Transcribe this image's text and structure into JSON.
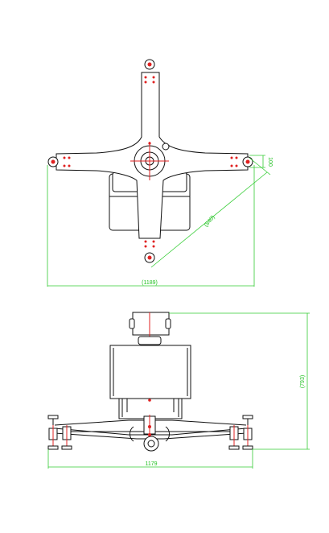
{
  "top_view": {
    "dimensions": {
      "width_label": "(1189)",
      "diagonal_label": "(840)",
      "offset_label": "100"
    }
  },
  "front_view": {
    "dimensions": {
      "width_label": "1179",
      "height_label": "(793)"
    }
  },
  "colors": {
    "outline": "#111111",
    "dimension": "#33cc33",
    "highlight": "#e02020"
  }
}
